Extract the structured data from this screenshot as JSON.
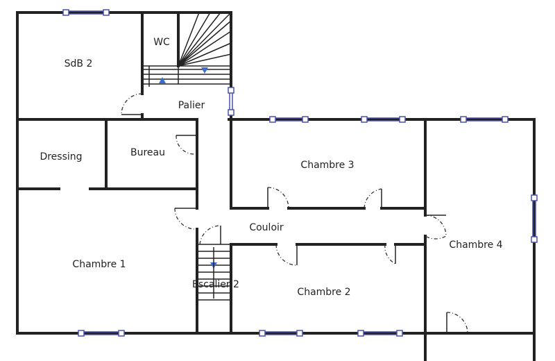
{
  "rooms": {
    "sdb2": "SdB 2",
    "wc": "WC",
    "palier": "Palier",
    "dressing": "Dressing",
    "bureau": "Bureau",
    "chambre3": "Chambre 3",
    "couloir": "Couloir",
    "chambre4": "Chambre 4",
    "chambre1": "Chambre 1",
    "escalier2": "Escalier 2",
    "chambre2": "Chambre 2"
  },
  "colors": {
    "wall": "#222222",
    "window": "#4a4fb0",
    "stair_arrow": "#3a6fd0"
  }
}
